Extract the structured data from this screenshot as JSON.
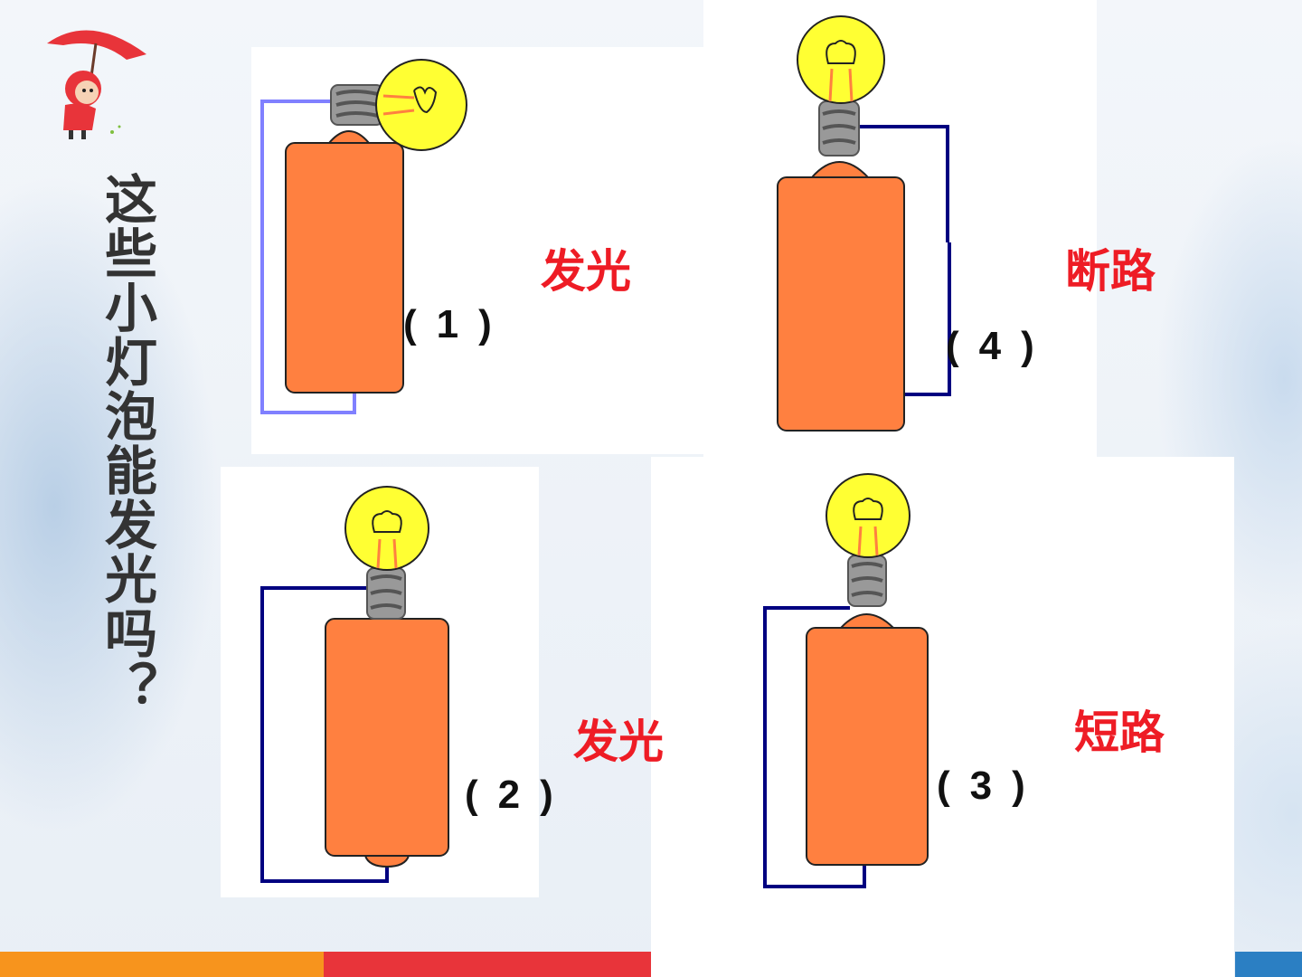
{
  "slide": {
    "title": "这些小灯泡能发光吗？"
  },
  "circuits": [
    {
      "id": "1",
      "number": "1",
      "status": "发光"
    },
    {
      "id": "2",
      "number": "2",
      "status": "发光"
    },
    {
      "id": "3",
      "number": "3",
      "status": "短路"
    },
    {
      "id": "4",
      "number": "4",
      "status": "断路"
    }
  ],
  "colors": {
    "battery": "#ff8040",
    "bulb": "#ffff33",
    "wire_1": "#8080ff",
    "wire": "#000080",
    "status_text": "#ee1c25",
    "bar_orange": "#f7941d",
    "bar_red": "#e8343a",
    "bar_blue": "#2b7fc3"
  },
  "icons": {
    "decoration": "girl-with-umbrella-icon",
    "bulb": "light-bulb-icon",
    "battery": "battery-icon"
  }
}
